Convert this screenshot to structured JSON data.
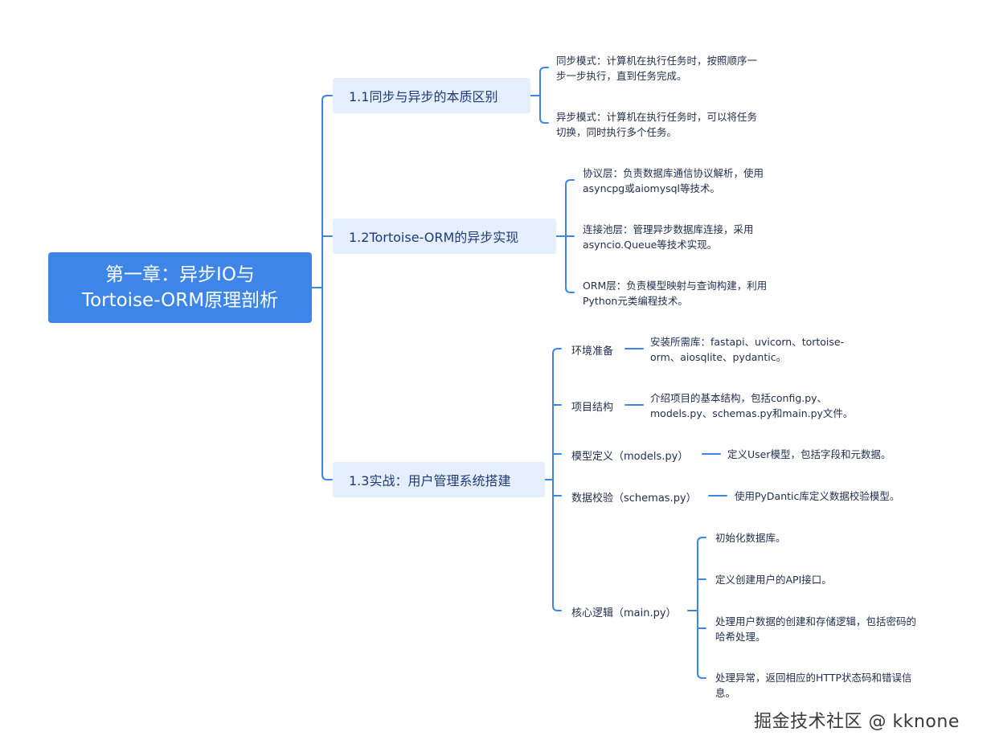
{
  "root": {
    "line1": "第一章：异步IO与",
    "line2": "Tortoise-ORM原理剖析"
  },
  "sections": [
    {
      "label": "1.1同步与异步的本质区别",
      "items": [
        {
          "line1": "同步模式：计算机在执行任务时，按照顺序一",
          "line2": "步一步执行，直到任务完成。"
        },
        {
          "line1": "异步模式：计算机在执行任务时，可以将任务",
          "line2": "切换，同时执行多个任务。"
        }
      ]
    },
    {
      "label": "1.2Tortoise-ORM的异步实现",
      "items": [
        {
          "line1": "协议层：负责数据库通信协议解析，使用",
          "line2": "asyncpg或aiomysql等技术。"
        },
        {
          "line1": "连接池层：管理异步数据库连接，采用",
          "line2": "asyncio.Queue等技术实现。"
        },
        {
          "line1": "ORM层：负责模型映射与查询构建，利用",
          "line2": "Python元类编程技术。"
        }
      ]
    },
    {
      "label": "1.3实战：用户管理系统搭建",
      "subs": [
        {
          "label": "环境准备",
          "detail1": "安装所需库：fastapi、uvicorn、tortoise-",
          "detail2": "orm、aiosqlite、pydantic。"
        },
        {
          "label": "项目结构",
          "detail1": "介绍项目的基本结构，包括config.py、",
          "detail2": "models.py、schemas.py和main.py文件。"
        },
        {
          "label": "模型定义（models.py）",
          "detail1": "定义User模型，包括字段和元数据。"
        },
        {
          "label": "数据校验（schemas.py）",
          "detail1": "使用PyDantic库定义数据校验模型。"
        },
        {
          "label": "核心逻辑（main.py）",
          "children": [
            {
              "line1": "初始化数据库。"
            },
            {
              "line1": "定义创建用户的API接口。"
            },
            {
              "line1": "处理用户数据的创建和存储逻辑，包括密码的",
              "line2": "哈希处理。"
            },
            {
              "line1": "处理异常，返回相应的HTTP状态码和错误信",
              "line2": "息。"
            }
          ]
        }
      ]
    }
  ],
  "watermark": "掘金技术社区 @ kknone",
  "colors": {
    "root_bg": "#3d86e8",
    "section_bg": "#e5eefd",
    "line": "#3d86e8"
  }
}
